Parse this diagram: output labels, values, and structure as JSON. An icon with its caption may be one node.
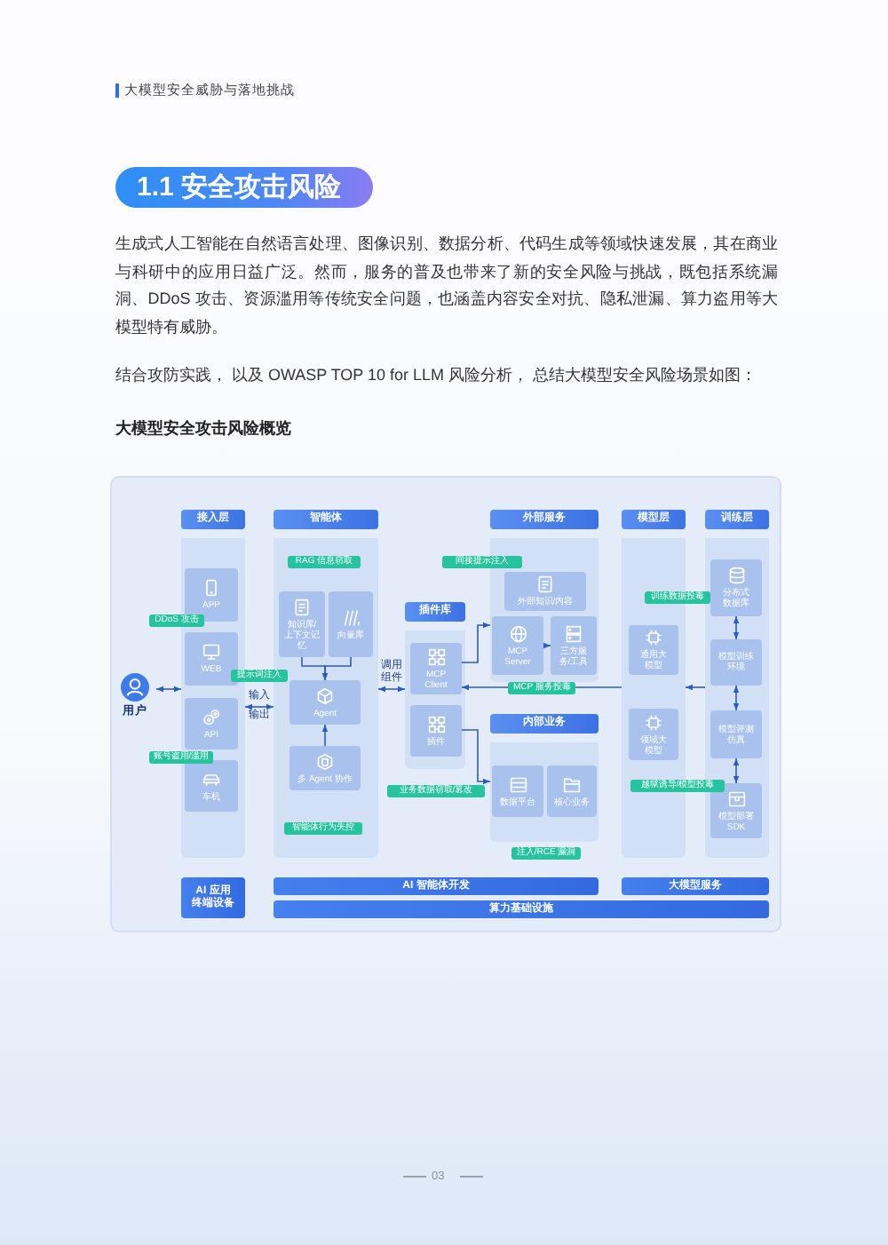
{
  "diagram": {
    "title": "1.1 安全攻击风险",
    "caption": "大模型安全攻击风险概览",
    "nodes": [
      {
        "text": [
          "用户"
        ]
      },
      {
        "text": [
          "接入层"
        ]
      },
      {
        "text": [
          "APP"
        ],
        "in": 1
      },
      {
        "text": [
          "WEB"
        ],
        "in": 1
      },
      {
        "text": [
          "API"
        ],
        "in": 1
      },
      {
        "text": [
          "车机"
        ],
        "in": 1
      },
      {
        "text": [
          "DDoS 攻击"
        ]
      },
      {
        "text": [
          "提示词注入"
        ]
      },
      {
        "text": [
          "账号盗用/滥用"
        ]
      },
      {
        "text": [
          "智能体"
        ]
      },
      {
        "text": [
          "RAG 信息窃取"
        ],
        "in": 9
      },
      {
        "text": [
          "知识库/上下文记忆"
        ],
        "in": 9
      },
      {
        "text": [
          "向量库"
        ],
        "in": 9
      },
      {
        "text": [
          "Agent"
        ],
        "in": 9
      },
      {
        "text": [
          "多 Agent 协作"
        ],
        "in": 9
      },
      {
        "text": [
          "智能体行为失控"
        ],
        "in": 9
      },
      {
        "text": [
          "插件库"
        ]
      },
      {
        "text": [
          "MCP Client"
        ],
        "in": 16
      },
      {
        "text": [
          "插件"
        ],
        "in": 16
      },
      {
        "text": [
          "业务数据窃取/篡改"
        ]
      },
      {
        "text": [
          "间接提示注入"
        ]
      },
      {
        "text": [
          "外部服务"
        ]
      },
      {
        "text": [
          "外部知识/内容"
        ],
        "in": 21
      },
      {
        "text": [
          "MCP Server"
        ],
        "in": 21
      },
      {
        "text": [
          "三方服务/工具"
        ],
        "in": 21
      },
      {
        "text": [
          "内部业务"
        ]
      },
      {
        "text": [
          "数据平台"
        ],
        "in": 25
      },
      {
        "text": [
          "核心业务"
        ],
        "in": 25
      },
      {
        "text": [
          "注入/RCE 漏洞"
        ]
      },
      {
        "text": [
          "模型层"
        ]
      },
      {
        "text": [
          "训练数据投毒"
        ]
      },
      {
        "text": [
          "通用大模型"
        ],
        "in": 29
      },
      {
        "text": [
          "领域大模型"
        ],
        "in": 29
      },
      {
        "text": [
          "越狱诱导/模型投毒"
        ]
      },
      {
        "text": [
          "训练层"
        ]
      },
      {
        "text": [
          "分布式数据库"
        ],
        "in": 34
      },
      {
        "text": [
          "模型训练环境"
        ],
        "in": 34
      },
      {
        "text": [
          "模型评测仿真"
        ],
        "in": 34
      },
      {
        "text": [
          "模型部署 SDK"
        ],
        "in": 34
      },
      {
        "text": [
          "AI 应用终端设备"
        ]
      },
      {
        "text": [
          "AI 智能体开发"
        ]
      },
      {
        "text": [
          "大模型服务"
        ]
      },
      {
        "text": [
          "算力基础设施"
        ]
      }
    ],
    "edges": [
      {
        "from": 0,
        "to": 1,
        "arrow": "both"
      },
      {
        "from": 1,
        "to": 9,
        "arrow": "both",
        "label": "输入"
      },
      {
        "from": 11,
        "to": 13,
        "arrow": "to"
      },
      {
        "from": 12,
        "to": 13,
        "arrow": "to"
      },
      {
        "from": 14,
        "to": 13,
        "arrow": "to"
      },
      {
        "from": 9,
        "to": 16,
        "arrow": "both",
        "label": "调用组件"
      },
      {
        "from": 17,
        "to": 21,
        "arrow": "to"
      },
      {
        "from": 23,
        "to": 24,
        "arrow": "to"
      },
      {
        "from": 18,
        "to": 25,
        "arrow": "to"
      },
      {
        "from": 29,
        "to": 17,
        "arrow": "to",
        "label": "MCP 服务投毒"
      },
      {
        "from": 34,
        "to": 29,
        "arrow": "to"
      },
      {
        "from": 35,
        "to": 36,
        "arrow": "both"
      },
      {
        "from": 36,
        "to": 37,
        "arrow": "both"
      },
      {
        "from": 37,
        "to": 38,
        "arrow": "both"
      }
    ],
    "labels": [
      "大模型安全威胁与落地挑战",
      "生成式人工智能在自然语言处理、图像识别、数据分析、代码生成等领域快速发展，其在商业与科研中的应用日益广泛。然而，服务的普及也带来了新的安全风险与挑战，既包括系统漏洞、DDoS 攻击、资源滥用等传统安全问题，也涵盖内容安全对抗、隐私泄漏、算力盗用等大模型特有威胁。",
      "结合攻防实践， 以及 OWASP TOP 10 for LLM 风险分析， 总结大模型安全风险场景如图：",
      "输出",
      "03"
    ]
  }
}
